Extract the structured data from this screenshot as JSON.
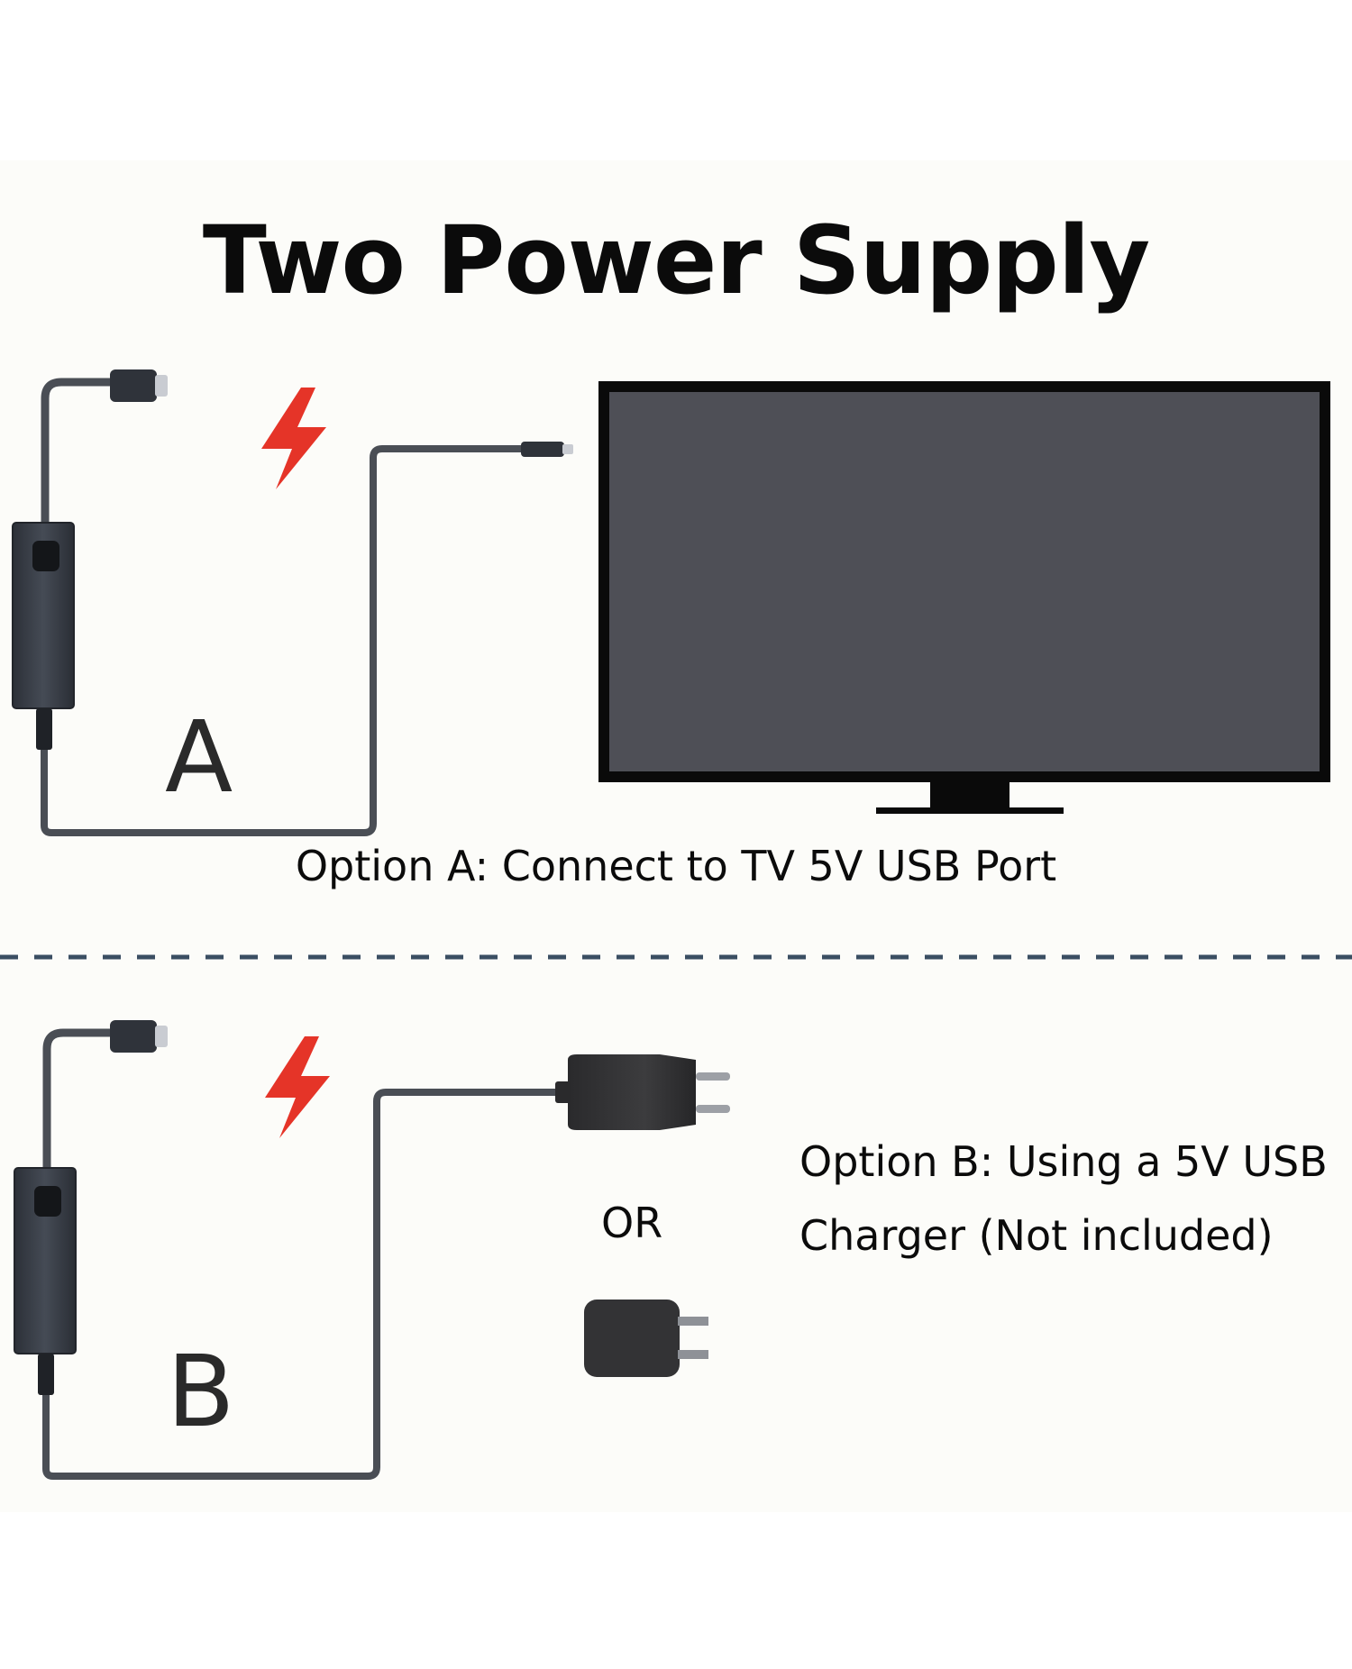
{
  "title": "Two Power Supply",
  "option_a": {
    "letter": "A",
    "caption": "Option A: Connect to TV 5V USB Port"
  },
  "option_b": {
    "letter": "B",
    "caption_line1": "Option B: Using a 5V USB",
    "caption_line2": "Charger (Not included)",
    "or_label": "OR"
  },
  "colors": {
    "background": "#fcfcf9",
    "text": "#0b0b0b",
    "lightning": "#e53428",
    "tv_screen": "#4e4f56",
    "tv_frame": "#0a0a0a",
    "cable": "#4a4e55",
    "device": "#363b44",
    "divider": "#3a4e62"
  },
  "icons": [
    "power-adapter-icon",
    "lightning-bolt-icon",
    "tv-icon",
    "eu-charger-icon",
    "us-charger-icon",
    "usb-connector-icon"
  ]
}
